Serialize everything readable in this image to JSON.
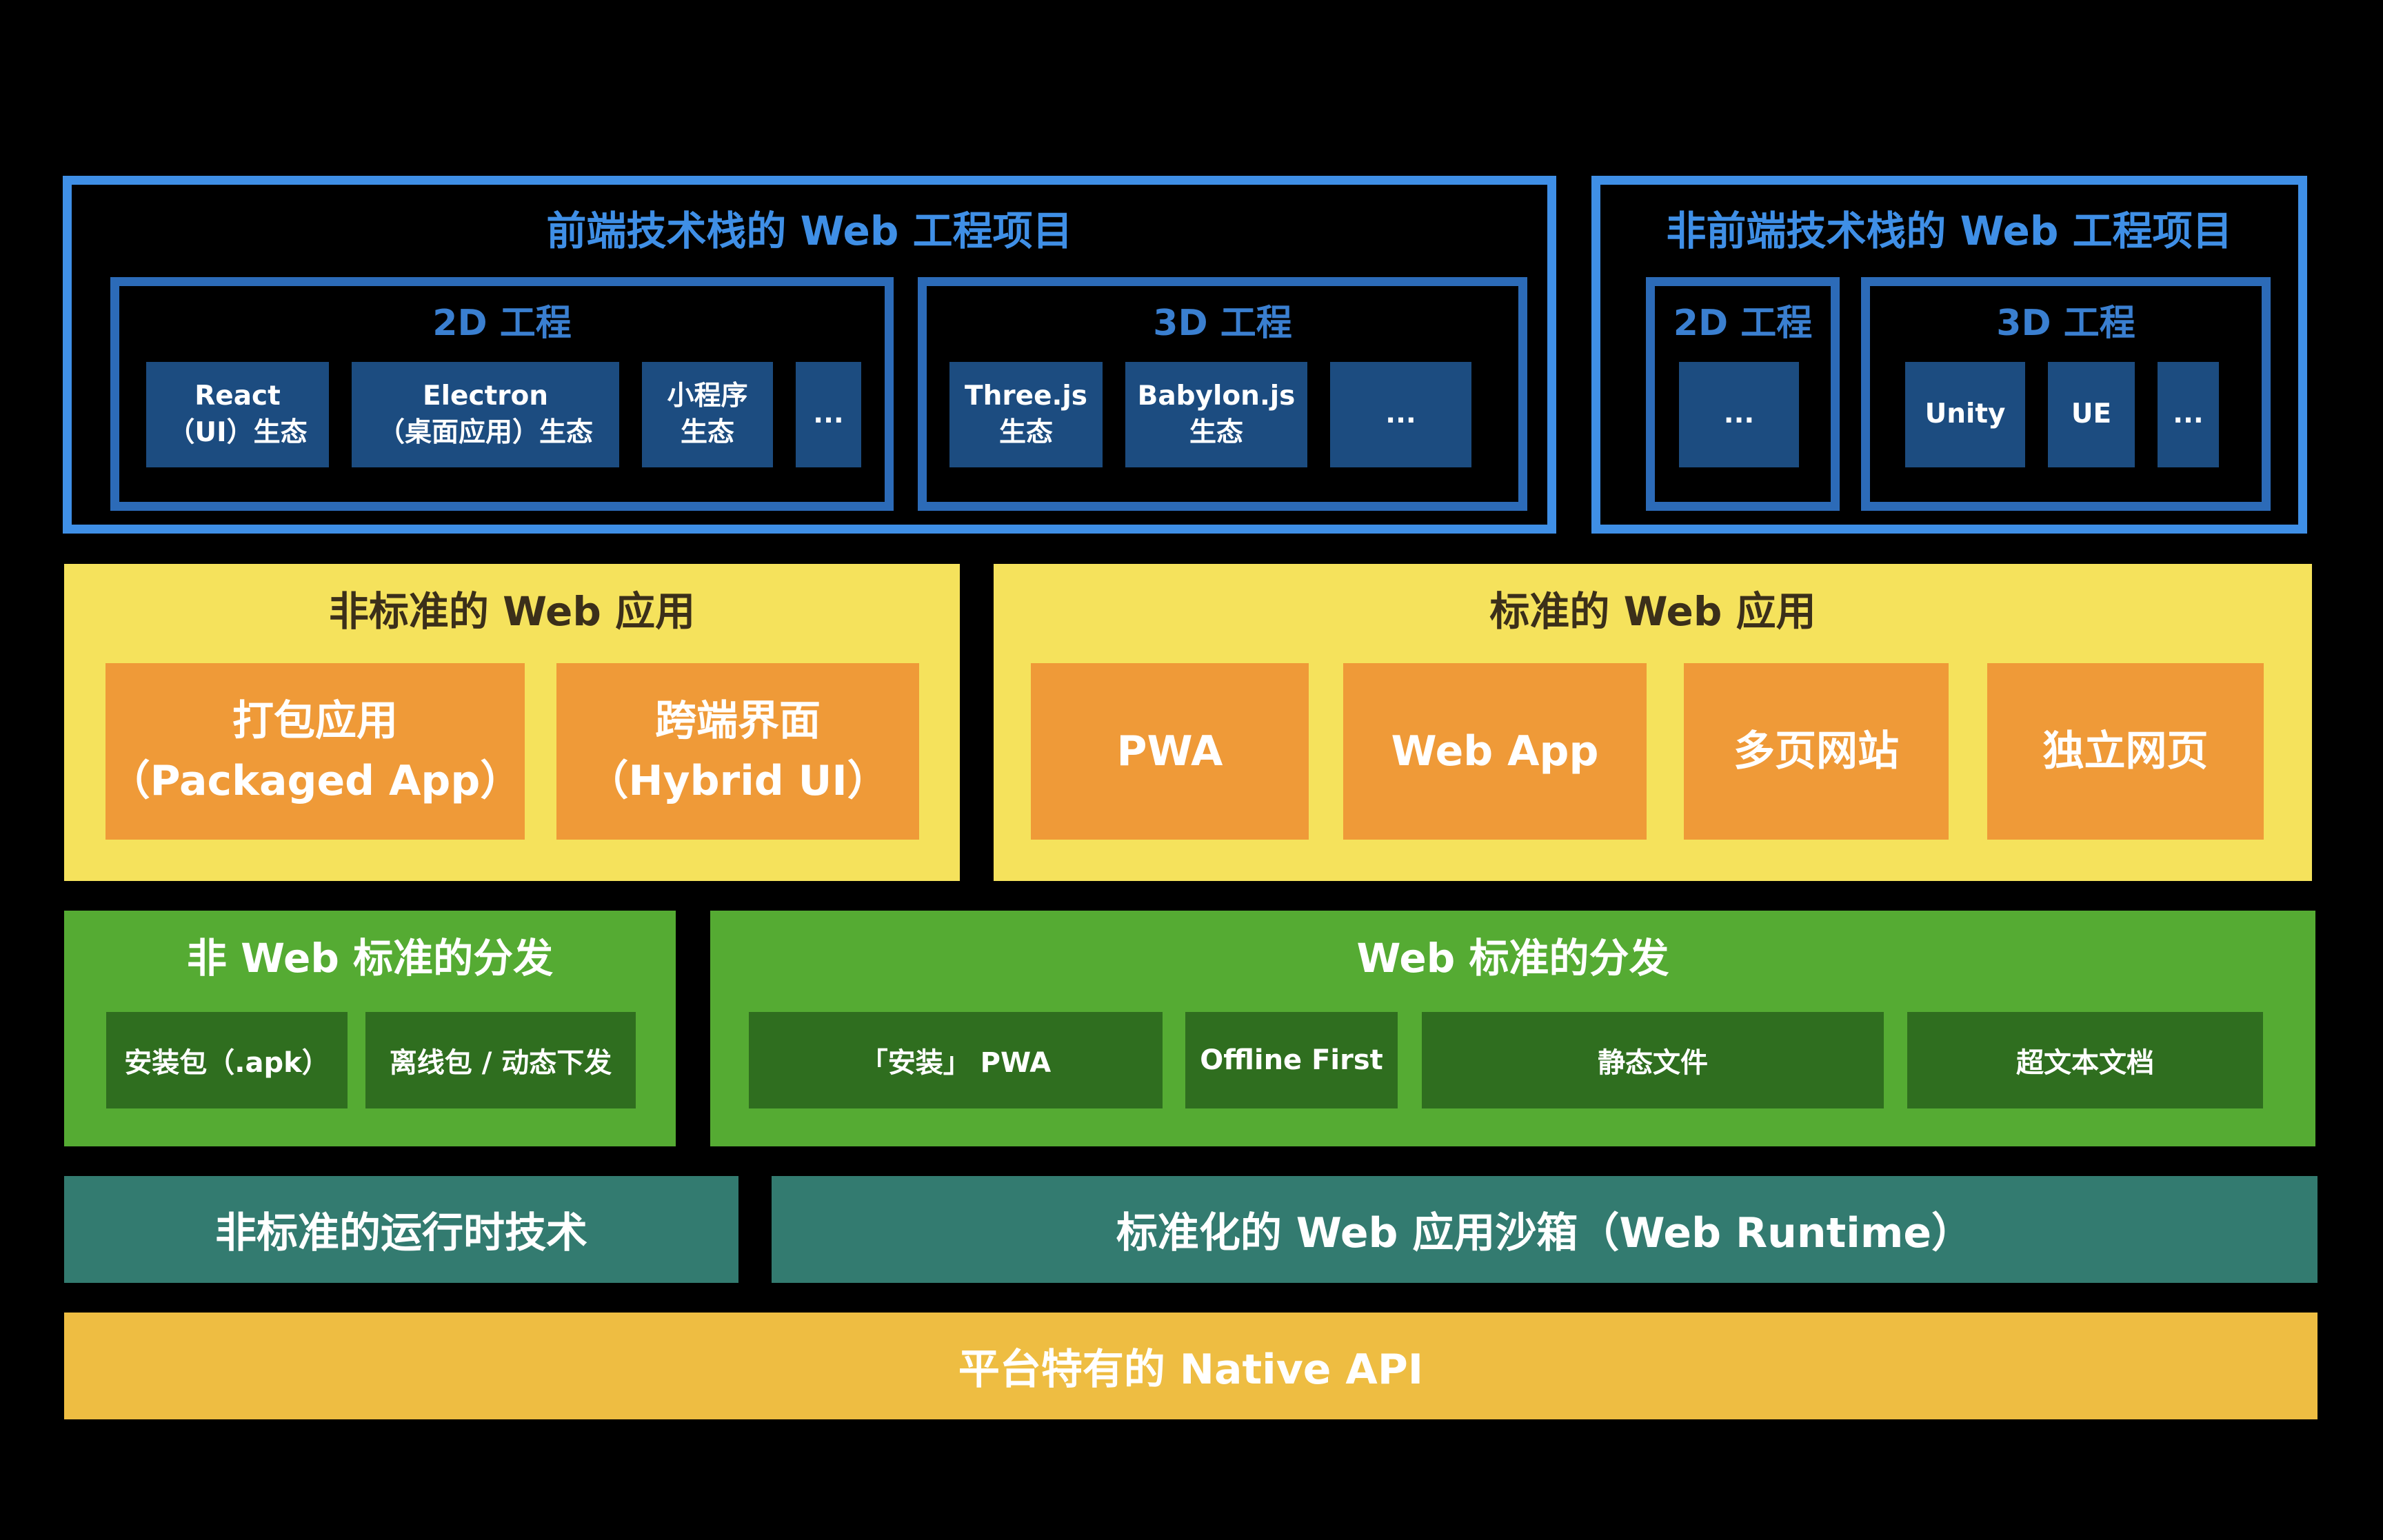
{
  "colors": {
    "background": "#000000",
    "blue_outer": "#3f8fe6",
    "blue_inner": "#2c6bb8",
    "blue_tile": "#1c4c80",
    "yellow": "#f5e25c",
    "orange": "#ef9a38",
    "green": "#55ab33",
    "green_dark": "#2f6e1f",
    "teal": "#337b70",
    "gold": "#eebd42"
  },
  "frontend_projects": {
    "title": "前端技术栈的 Web 工程项目",
    "d2": {
      "title": "2D 工程",
      "tiles": [
        {
          "line1": "React",
          "line2": "（UI）生态"
        },
        {
          "line1": "Electron",
          "line2": "（桌面应用）生态"
        },
        {
          "line1": "小程序",
          "line2": "生态"
        },
        {
          "line1": "...",
          "line2": ""
        }
      ]
    },
    "d3": {
      "title": "3D 工程",
      "tiles": [
        {
          "line1": "Three.js",
          "line2": "生态"
        },
        {
          "line1": "Babylon.js",
          "line2": "生态"
        },
        {
          "line1": "...",
          "line2": ""
        }
      ]
    }
  },
  "nonfrontend_projects": {
    "title": "非前端技术栈的 Web 工程项目",
    "d2": {
      "title": "2D 工程",
      "tiles": [
        {
          "line1": "..."
        }
      ]
    },
    "d3": {
      "title": "3D 工程",
      "tiles": [
        {
          "line1": "Unity"
        },
        {
          "line1": "UE"
        },
        {
          "line1": "..."
        }
      ]
    }
  },
  "nonstandard_apps": {
    "title": "非标准的 Web 应用",
    "tiles": [
      {
        "line1": "打包应用",
        "line2": "（Packaged App）"
      },
      {
        "line1": "跨端界面",
        "line2": "（Hybrid UI）"
      }
    ]
  },
  "standard_apps": {
    "title": "标准的 Web 应用",
    "tiles": [
      {
        "line1": "PWA"
      },
      {
        "line1": "Web App"
      },
      {
        "line1": "多页网站"
      },
      {
        "line1": "独立网页"
      }
    ]
  },
  "nonweb_distribution": {
    "title": "非 Web 标准的分发",
    "tiles": [
      "安装包（.apk）",
      "离线包 / 动态下发"
    ]
  },
  "web_distribution": {
    "title": "Web 标准的分发",
    "tiles": [
      "「安装」 PWA",
      "Offline First",
      "静态文件",
      "超文本文档"
    ]
  },
  "runtime": {
    "nonstandard": "非标准的运行时技术",
    "standard": "标准化的 Web 应用沙箱（Web Runtime）"
  },
  "native_api": "平台特有的 Native API"
}
